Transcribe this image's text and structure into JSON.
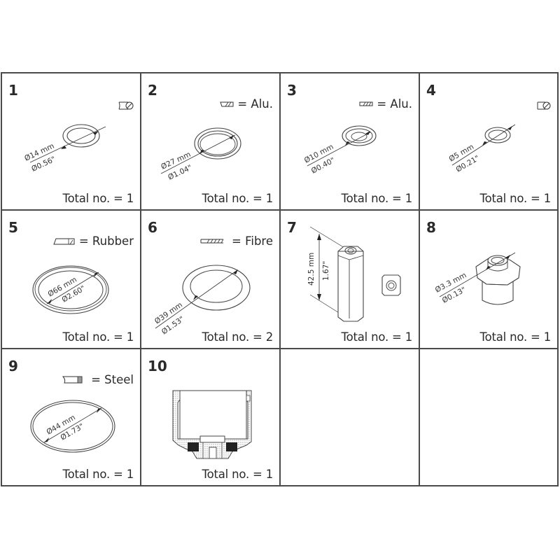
{
  "diagram": {
    "type": "spare-parts-kit-grid",
    "rows": 3,
    "columns": 4,
    "colors": {
      "line": "#4a4a4a",
      "text": "#2a2a2a",
      "background": "#ffffff",
      "rubber_fill": "#222222"
    }
  },
  "parts": [
    {
      "number": "1",
      "material_icon": "o-ring-icon",
      "material_label": "",
      "dim_mm": "Ø14 mm",
      "dim_in": "Ø0.56\"",
      "total": "Total no. = 1"
    },
    {
      "number": "2",
      "material_icon": "aluminium-section-icon",
      "material_label": "= Alu.",
      "dim_mm": "Ø27 mm",
      "dim_in": "Ø1.04\"",
      "total": "Total no. = 1"
    },
    {
      "number": "3",
      "material_icon": "aluminium-section-icon",
      "material_label": "= Alu.",
      "dim_mm": "Ø10 mm",
      "dim_in": "Ø0.40\"",
      "total": "Total no. = 1"
    },
    {
      "number": "4",
      "material_icon": "o-ring-icon",
      "material_label": "",
      "dim_mm": "Ø5 mm",
      "dim_in": "Ø0.21\"",
      "total": "Total no. = 1"
    },
    {
      "number": "5",
      "material_icon": "rubber-section-icon",
      "material_label": "= Rubber",
      "dim_mm": "Ø66 mm",
      "dim_in": "Ø2.60\"",
      "total": "Total no. = 1"
    },
    {
      "number": "6",
      "material_icon": "fibre-section-icon",
      "material_label": "= Fibre",
      "dim_mm": "Ø39 mm",
      "dim_in": "Ø1.53\"",
      "total": "Total no. = 2"
    },
    {
      "number": "7",
      "material_icon": "",
      "material_label": "",
      "dim_mm": "42.5 mm",
      "dim_in": "1.67\"",
      "total": "Total no. = 1"
    },
    {
      "number": "8",
      "material_icon": "",
      "material_label": "",
      "dim_mm": "Ø3.3 mm",
      "dim_in": "Ø0.13\"",
      "total": "Total no. = 1"
    },
    {
      "number": "9",
      "material_icon": "steel-section-icon",
      "material_label": "= Steel",
      "dim_mm": "Ø44 mm",
      "dim_in": "Ø1.73\"",
      "total": "Total no. = 1"
    },
    {
      "number": "10",
      "material_icon": "",
      "material_label": "",
      "dim_mm": "",
      "dim_in": "",
      "total": "Total no. = 1"
    }
  ],
  "empty_cells": 2
}
